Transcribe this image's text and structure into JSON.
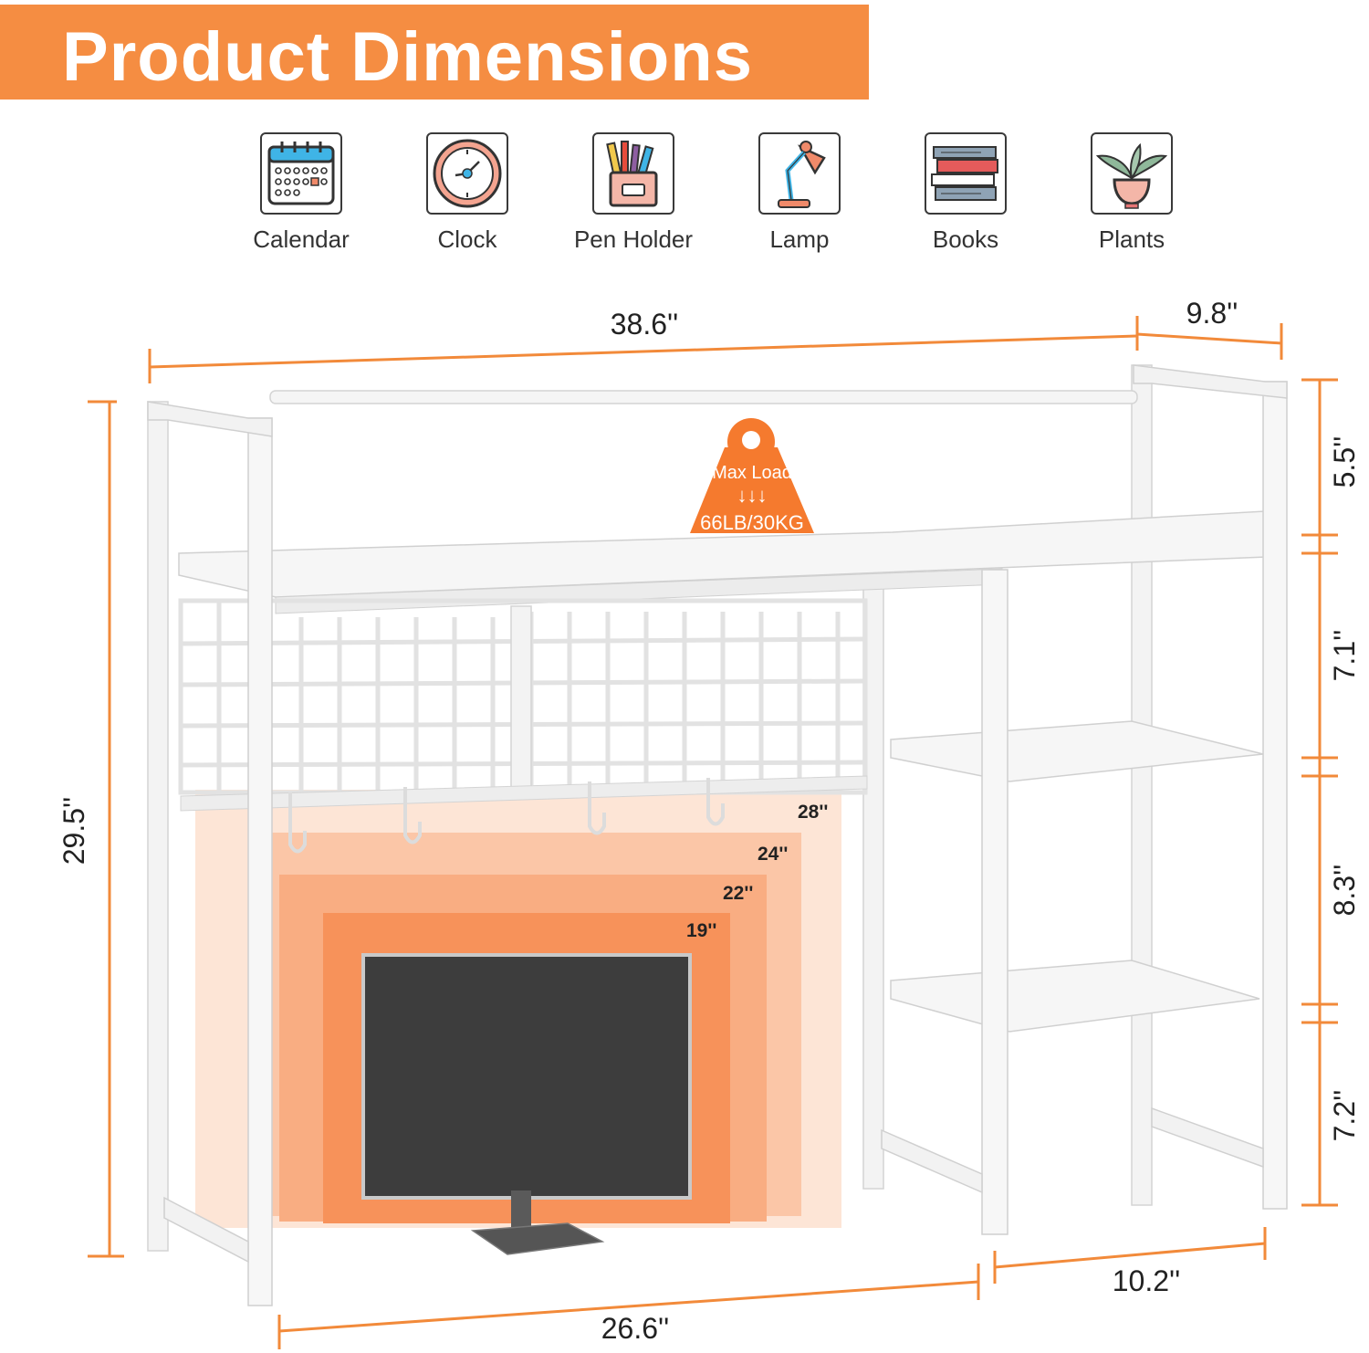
{
  "header": {
    "title": "Product Dimensions"
  },
  "accessories": [
    {
      "label": "Calendar",
      "icon": "calendar-icon"
    },
    {
      "label": "Clock",
      "icon": "clock-icon"
    },
    {
      "label": "Pen Holder",
      "icon": "pen-holder-icon"
    },
    {
      "label": "Lamp",
      "icon": "lamp-icon"
    },
    {
      "label": "Books",
      "icon": "books-icon"
    },
    {
      "label": "Plants",
      "icon": "plant-icon"
    }
  ],
  "dimensions": {
    "width": "38.6''",
    "depth": "9.8''",
    "height": "29.5''",
    "top_tier": "5.5''",
    "tier2": "7.1''",
    "tier3": "8.3''",
    "tier4": "7.2''",
    "bottom_width": "26.6''",
    "side_depth": "10.2''"
  },
  "screen_sizes": [
    "28''",
    "24''",
    "22''",
    "19''"
  ],
  "max_load": {
    "label": "Max Load",
    "arrows": "↓↓↓",
    "value": "66LB/30KG"
  },
  "colors": {
    "accent": "#f58d42",
    "frame": "#f4f4f4",
    "monitor": "#3d3d3d"
  }
}
